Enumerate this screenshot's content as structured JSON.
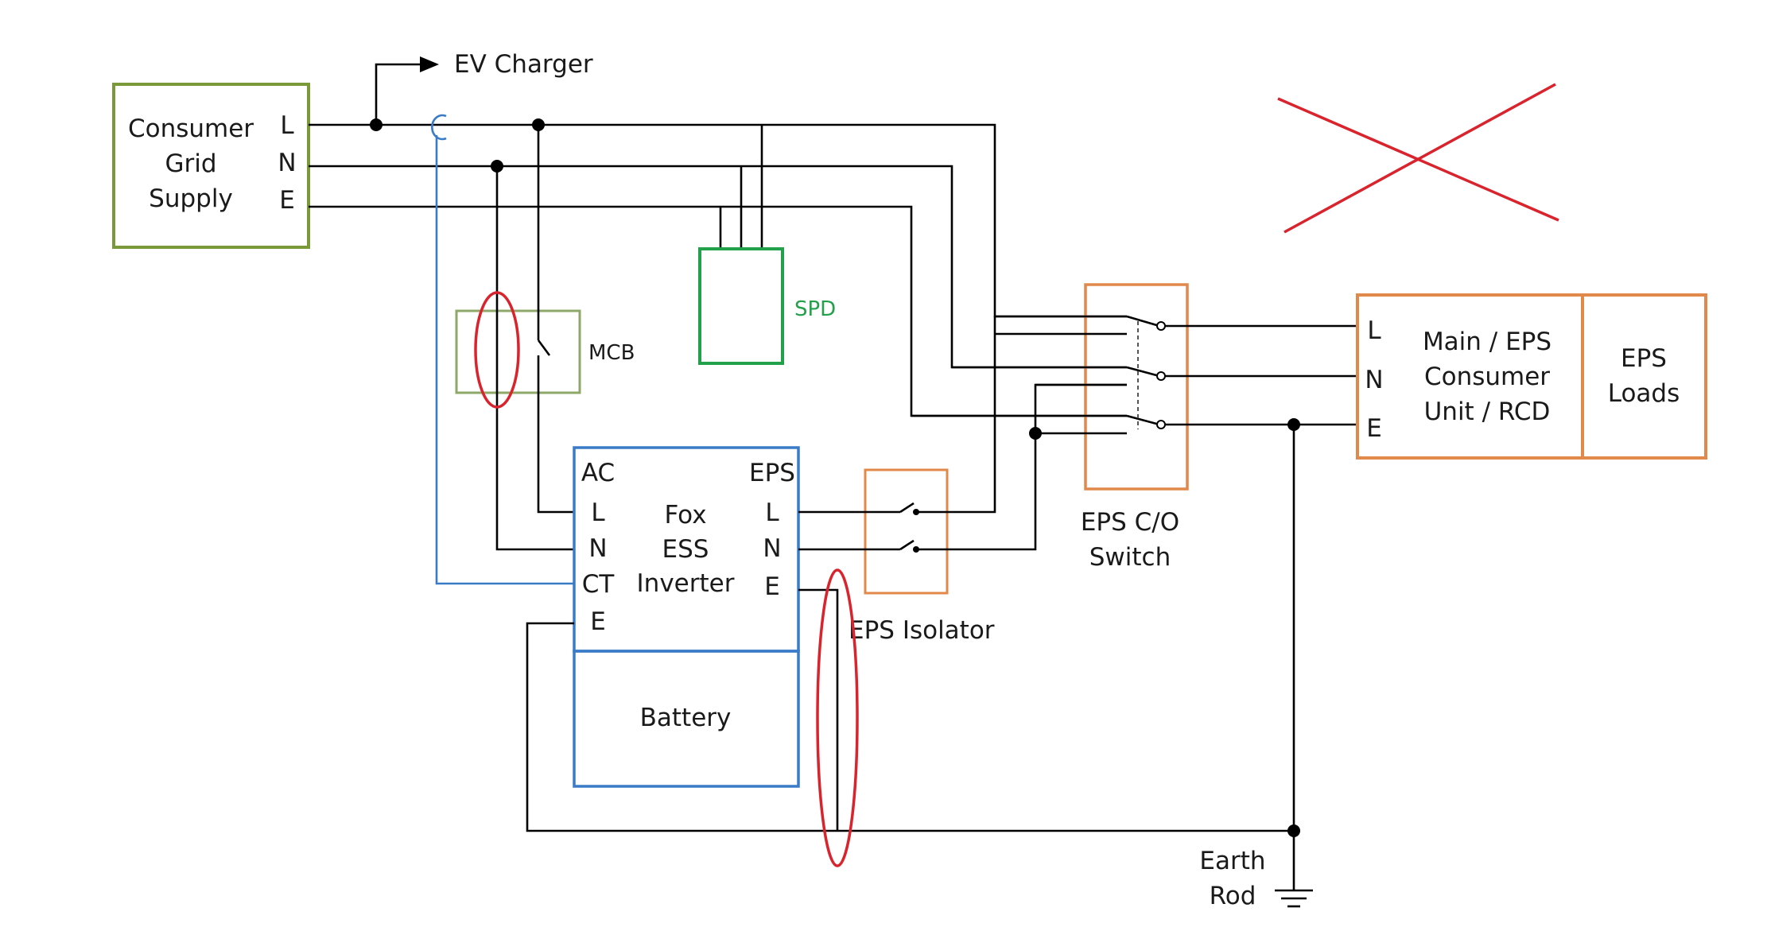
{
  "colors": {
    "wire": "#000000",
    "ct_wire": "#3a7bc8",
    "grid_box": "#7a9a3a",
    "mcb_box": "#8ea86a",
    "spd_box": "#22a04a",
    "inverter_box": "#3a7bc8",
    "orange_box": "#e0894a",
    "red_mark": "#d9232d"
  },
  "labels": {
    "ev_charger": "EV Charger",
    "grid_line1": "Consumer",
    "grid_line2": "Grid",
    "grid_line3": "Supply",
    "grid_L": "L",
    "grid_N": "N",
    "grid_E": "E",
    "spd": "SPD",
    "mcb": "MCB",
    "inv_AC": "AC",
    "inv_L": "L",
    "inv_N": "N",
    "inv_CT": "CT",
    "inv_E": "E",
    "inv_line1": "Fox",
    "inv_line2": "ESS",
    "inv_line3": "Inverter",
    "inv_EPS": "EPS",
    "inv_EPS_L": "L",
    "inv_EPS_N": "N",
    "inv_EPS_E": "E",
    "battery": "Battery",
    "eps_isolator": "EPS Isolator",
    "co_line1": "EPS C/O",
    "co_line2": "Switch",
    "cu_L": "L",
    "cu_N": "N",
    "cu_E": "E",
    "cu_line1": "Main / EPS",
    "cu_line2": "Consumer",
    "cu_line3": "Unit / RCD",
    "loads_line1": "EPS",
    "loads_line2": "Loads",
    "earth_line1": "Earth",
    "earth_line2": "Rod"
  },
  "icons": {
    "arrow": "arrow-right-icon",
    "switch": "switch-contact-icon",
    "earth": "earth-symbol-icon",
    "cross": "red-cross-mark"
  }
}
